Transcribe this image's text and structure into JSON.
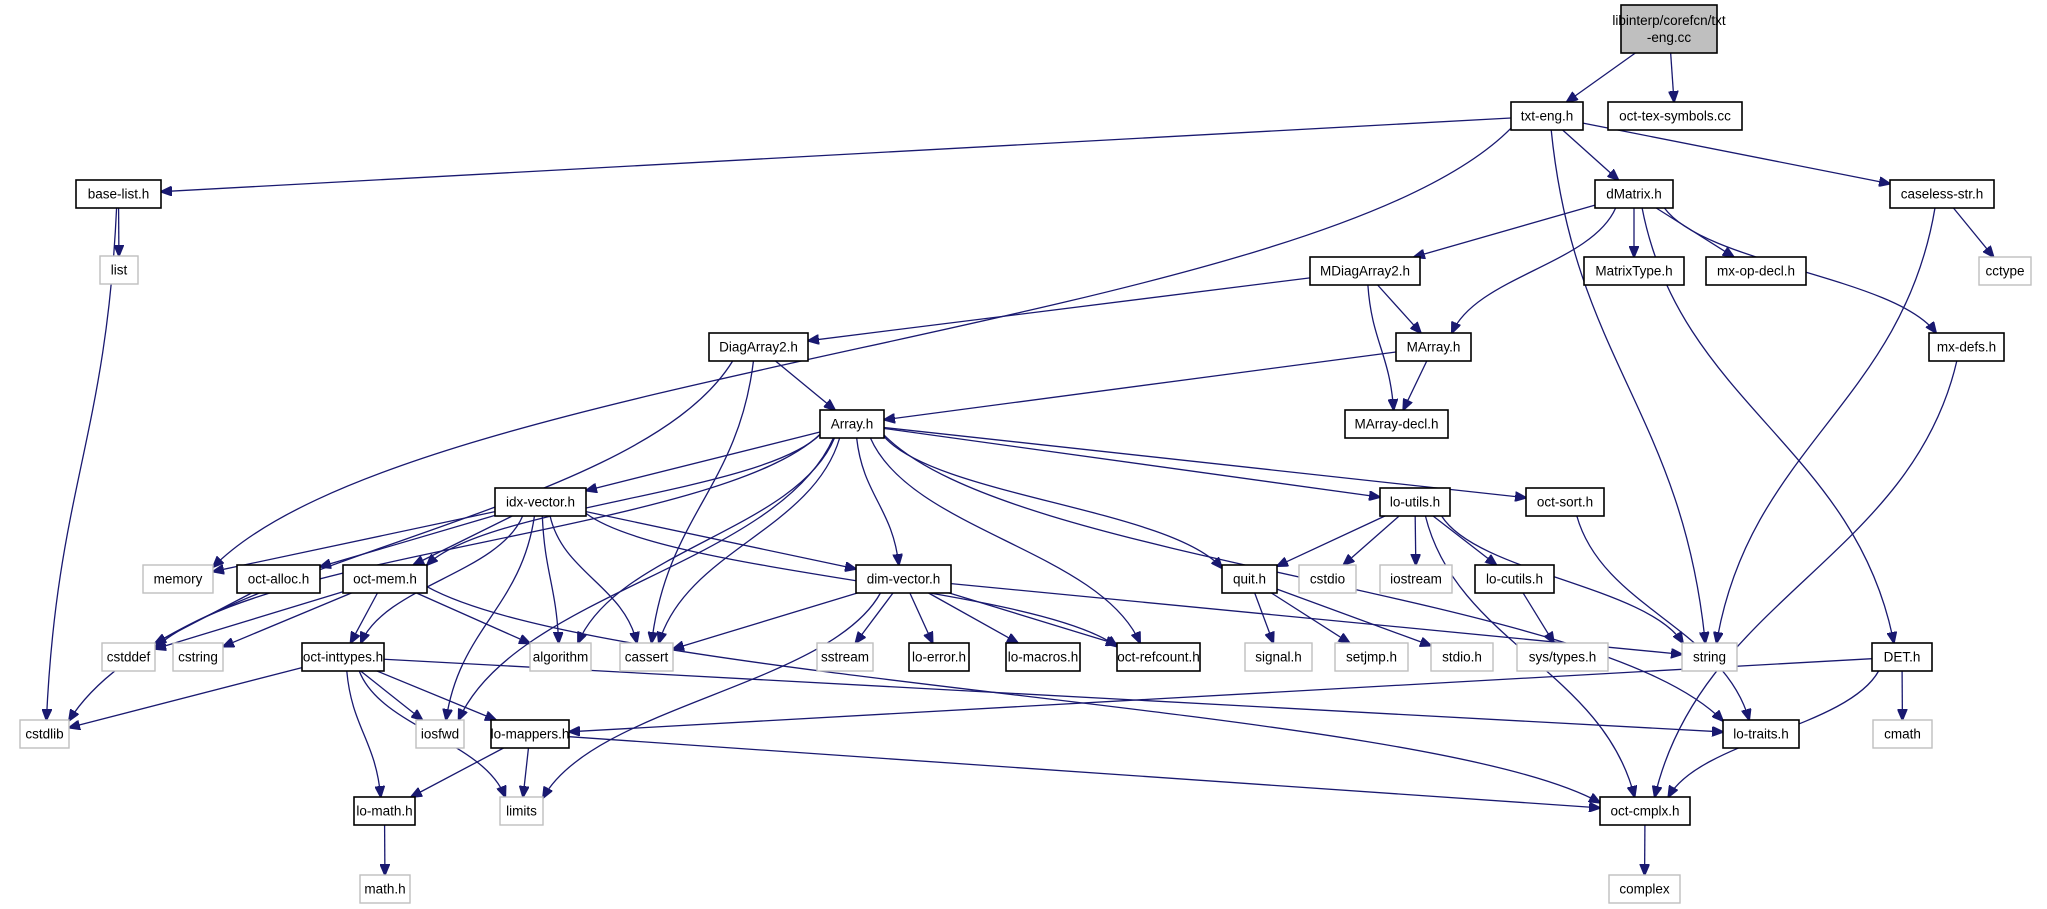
{
  "title": "libinterp/corefcn/txt-eng.cc include dependency graph",
  "colors": {
    "edge": "#191970",
    "root_fill": "#bfbfbf",
    "internal_border": "#000000",
    "external_border": "#bfbfbf"
  },
  "nodes": [
    {
      "id": "root",
      "label": "libinterp/corefcn/txt\n-eng.cc",
      "kind": "root"
    },
    {
      "id": "txt-eng-h",
      "label": "txt-eng.h",
      "kind": "internal"
    },
    {
      "id": "oct-tex-symbols-cc",
      "label": "oct-tex-symbols.cc",
      "kind": "internal"
    },
    {
      "id": "base-list-h",
      "label": "base-list.h",
      "kind": "internal"
    },
    {
      "id": "dMatrix-h",
      "label": "dMatrix.h",
      "kind": "internal"
    },
    {
      "id": "caseless-str-h",
      "label": "caseless-str.h",
      "kind": "internal"
    },
    {
      "id": "list",
      "label": "list",
      "kind": "external"
    },
    {
      "id": "MDiagArray2-h",
      "label": "MDiagArray2.h",
      "kind": "internal"
    },
    {
      "id": "MatrixType-h",
      "label": "MatrixType.h",
      "kind": "internal"
    },
    {
      "id": "mx-op-decl-h",
      "label": "mx-op-decl.h",
      "kind": "internal"
    },
    {
      "id": "cctype",
      "label": "cctype",
      "kind": "external"
    },
    {
      "id": "DiagArray2-h",
      "label": "DiagArray2.h",
      "kind": "internal"
    },
    {
      "id": "MArray-h",
      "label": "MArray.h",
      "kind": "internal"
    },
    {
      "id": "mx-defs-h",
      "label": "mx-defs.h",
      "kind": "internal"
    },
    {
      "id": "Array-h",
      "label": "Array.h",
      "kind": "internal"
    },
    {
      "id": "MArray-decl-h",
      "label": "MArray-decl.h",
      "kind": "internal"
    },
    {
      "id": "idx-vector-h",
      "label": "idx-vector.h",
      "kind": "internal"
    },
    {
      "id": "lo-utils-h",
      "label": "lo-utils.h",
      "kind": "internal"
    },
    {
      "id": "oct-sort-h",
      "label": "oct-sort.h",
      "kind": "internal"
    },
    {
      "id": "memory",
      "label": "memory",
      "kind": "external"
    },
    {
      "id": "oct-alloc-h",
      "label": "oct-alloc.h",
      "kind": "internal"
    },
    {
      "id": "oct-mem-h",
      "label": "oct-mem.h",
      "kind": "internal"
    },
    {
      "id": "dim-vector-h",
      "label": "dim-vector.h",
      "kind": "internal"
    },
    {
      "id": "quit-h",
      "label": "quit.h",
      "kind": "internal"
    },
    {
      "id": "cstdio",
      "label": "cstdio",
      "kind": "external"
    },
    {
      "id": "iostream",
      "label": "iostream",
      "kind": "external"
    },
    {
      "id": "lo-cutils-h",
      "label": "lo-cutils.h",
      "kind": "internal"
    },
    {
      "id": "cstddef",
      "label": "cstddef",
      "kind": "external"
    },
    {
      "id": "cstring",
      "label": "cstring",
      "kind": "external"
    },
    {
      "id": "oct-inttypes-h",
      "label": "oct-inttypes.h",
      "kind": "internal"
    },
    {
      "id": "algorithm",
      "label": "algorithm",
      "kind": "external"
    },
    {
      "id": "cassert",
      "label": "cassert",
      "kind": "external"
    },
    {
      "id": "sstream",
      "label": "sstream",
      "kind": "external"
    },
    {
      "id": "lo-error-h",
      "label": "lo-error.h",
      "kind": "internal"
    },
    {
      "id": "lo-macros-h",
      "label": "lo-macros.h",
      "kind": "internal"
    },
    {
      "id": "oct-refcount-h",
      "label": "oct-refcount.h",
      "kind": "internal"
    },
    {
      "id": "signal-h",
      "label": "signal.h",
      "kind": "external"
    },
    {
      "id": "setjmp-h",
      "label": "setjmp.h",
      "kind": "external"
    },
    {
      "id": "stdio-h",
      "label": "stdio.h",
      "kind": "external"
    },
    {
      "id": "sys-types-h",
      "label": "sys/types.h",
      "kind": "external"
    },
    {
      "id": "string",
      "label": "string",
      "kind": "external"
    },
    {
      "id": "DET-h",
      "label": "DET.h",
      "kind": "internal"
    },
    {
      "id": "cstdlib",
      "label": "cstdlib",
      "kind": "external"
    },
    {
      "id": "iosfwd",
      "label": "iosfwd",
      "kind": "external"
    },
    {
      "id": "lo-mappers-h",
      "label": "lo-mappers.h",
      "kind": "internal"
    },
    {
      "id": "lo-traits-h",
      "label": "lo-traits.h",
      "kind": "internal"
    },
    {
      "id": "cmath",
      "label": "cmath",
      "kind": "external"
    },
    {
      "id": "lo-math-h",
      "label": "lo-math.h",
      "kind": "internal"
    },
    {
      "id": "limits",
      "label": "limits",
      "kind": "external"
    },
    {
      "id": "oct-cmplx-h",
      "label": "oct-cmplx.h",
      "kind": "internal"
    },
    {
      "id": "math-h",
      "label": "math.h",
      "kind": "external"
    },
    {
      "id": "complex",
      "label": "complex",
      "kind": "external"
    }
  ],
  "edges": [
    [
      "root",
      "txt-eng-h"
    ],
    [
      "root",
      "oct-tex-symbols-cc"
    ],
    [
      "txt-eng-h",
      "base-list-h"
    ],
    [
      "txt-eng-h",
      "memory"
    ],
    [
      "txt-eng-h",
      "string"
    ],
    [
      "txt-eng-h",
      "dMatrix-h"
    ],
    [
      "txt-eng-h",
      "caseless-str-h"
    ],
    [
      "base-list-h",
      "list"
    ],
    [
      "base-list-h",
      "cstdlib"
    ],
    [
      "dMatrix-h",
      "MDiagArray2-h"
    ],
    [
      "dMatrix-h",
      "MArray-h"
    ],
    [
      "dMatrix-h",
      "MatrixType-h"
    ],
    [
      "dMatrix-h",
      "mx-op-decl-h"
    ],
    [
      "dMatrix-h",
      "DET-h"
    ],
    [
      "dMatrix-h",
      "mx-defs-h"
    ],
    [
      "caseless-str-h",
      "cctype"
    ],
    [
      "caseless-str-h",
      "string"
    ],
    [
      "MDiagArray2-h",
      "DiagArray2-h"
    ],
    [
      "MDiagArray2-h",
      "MArray-h"
    ],
    [
      "MDiagArray2-h",
      "MArray-decl-h"
    ],
    [
      "DiagArray2-h",
      "Array-h"
    ],
    [
      "DiagArray2-h",
      "cstdlib"
    ],
    [
      "DiagArray2-h",
      "cassert"
    ],
    [
      "MArray-h",
      "Array-h"
    ],
    [
      "MArray-h",
      "MArray-decl-h"
    ],
    [
      "mx-defs-h",
      "oct-cmplx-h"
    ],
    [
      "Array-h",
      "cstddef"
    ],
    [
      "Array-h",
      "idx-vector-h"
    ],
    [
      "Array-h",
      "oct-mem-h"
    ],
    [
      "Array-h",
      "algorithm"
    ],
    [
      "Array-h",
      "cassert"
    ],
    [
      "Array-h",
      "iosfwd"
    ],
    [
      "Array-h",
      "dim-vector-h"
    ],
    [
      "Array-h",
      "oct-refcount-h"
    ],
    [
      "Array-h",
      "quit-h"
    ],
    [
      "Array-h",
      "lo-utils-h"
    ],
    [
      "Array-h",
      "oct-sort-h"
    ],
    [
      "Array-h",
      "lo-traits-h"
    ],
    [
      "idx-vector-h",
      "memory"
    ],
    [
      "idx-vector-h",
      "oct-alloc-h"
    ],
    [
      "idx-vector-h",
      "oct-mem-h"
    ],
    [
      "idx-vector-h",
      "oct-inttypes-h"
    ],
    [
      "idx-vector-h",
      "iosfwd"
    ],
    [
      "idx-vector-h",
      "algorithm"
    ],
    [
      "idx-vector-h",
      "cassert"
    ],
    [
      "idx-vector-h",
      "dim-vector-h"
    ],
    [
      "idx-vector-h",
      "oct-refcount-h"
    ],
    [
      "oct-alloc-h",
      "cstddef"
    ],
    [
      "oct-mem-h",
      "cstddef"
    ],
    [
      "oct-mem-h",
      "cstring"
    ],
    [
      "oct-mem-h",
      "oct-inttypes-h"
    ],
    [
      "oct-mem-h",
      "algorithm"
    ],
    [
      "oct-mem-h",
      "oct-cmplx-h"
    ],
    [
      "dim-vector-h",
      "cassert"
    ],
    [
      "dim-vector-h",
      "limits"
    ],
    [
      "dim-vector-h",
      "sstream"
    ],
    [
      "dim-vector-h",
      "lo-error-h"
    ],
    [
      "dim-vector-h",
      "lo-macros-h"
    ],
    [
      "dim-vector-h",
      "oct-refcount-h"
    ],
    [
      "dim-vector-h",
      "string"
    ],
    [
      "lo-utils-h",
      "quit-h"
    ],
    [
      "lo-utils-h",
      "cstdio"
    ],
    [
      "lo-utils-h",
      "iostream"
    ],
    [
      "lo-utils-h",
      "lo-cutils-h"
    ],
    [
      "lo-utils-h",
      "oct-cmplx-h"
    ],
    [
      "lo-utils-h",
      "string"
    ],
    [
      "oct-sort-h",
      "lo-traits-h"
    ],
    [
      "quit-h",
      "signal-h"
    ],
    [
      "quit-h",
      "setjmp-h"
    ],
    [
      "quit-h",
      "stdio-h"
    ],
    [
      "lo-cutils-h",
      "sys-types-h"
    ],
    [
      "oct-inttypes-h",
      "cstdlib"
    ],
    [
      "oct-inttypes-h",
      "iosfwd"
    ],
    [
      "oct-inttypes-h",
      "lo-mappers-h"
    ],
    [
      "oct-inttypes-h",
      "lo-math-h"
    ],
    [
      "oct-inttypes-h",
      "limits"
    ],
    [
      "oct-inttypes-h",
      "lo-traits-h"
    ],
    [
      "DET-h",
      "lo-mappers-h"
    ],
    [
      "DET-h",
      "cmath"
    ],
    [
      "DET-h",
      "oct-cmplx-h"
    ],
    [
      "lo-mappers-h",
      "lo-math-h"
    ],
    [
      "lo-mappers-h",
      "limits"
    ],
    [
      "lo-mappers-h",
      "oct-cmplx-h"
    ],
    [
      "lo-math-h",
      "math-h"
    ],
    [
      "oct-cmplx-h",
      "complex"
    ]
  ]
}
